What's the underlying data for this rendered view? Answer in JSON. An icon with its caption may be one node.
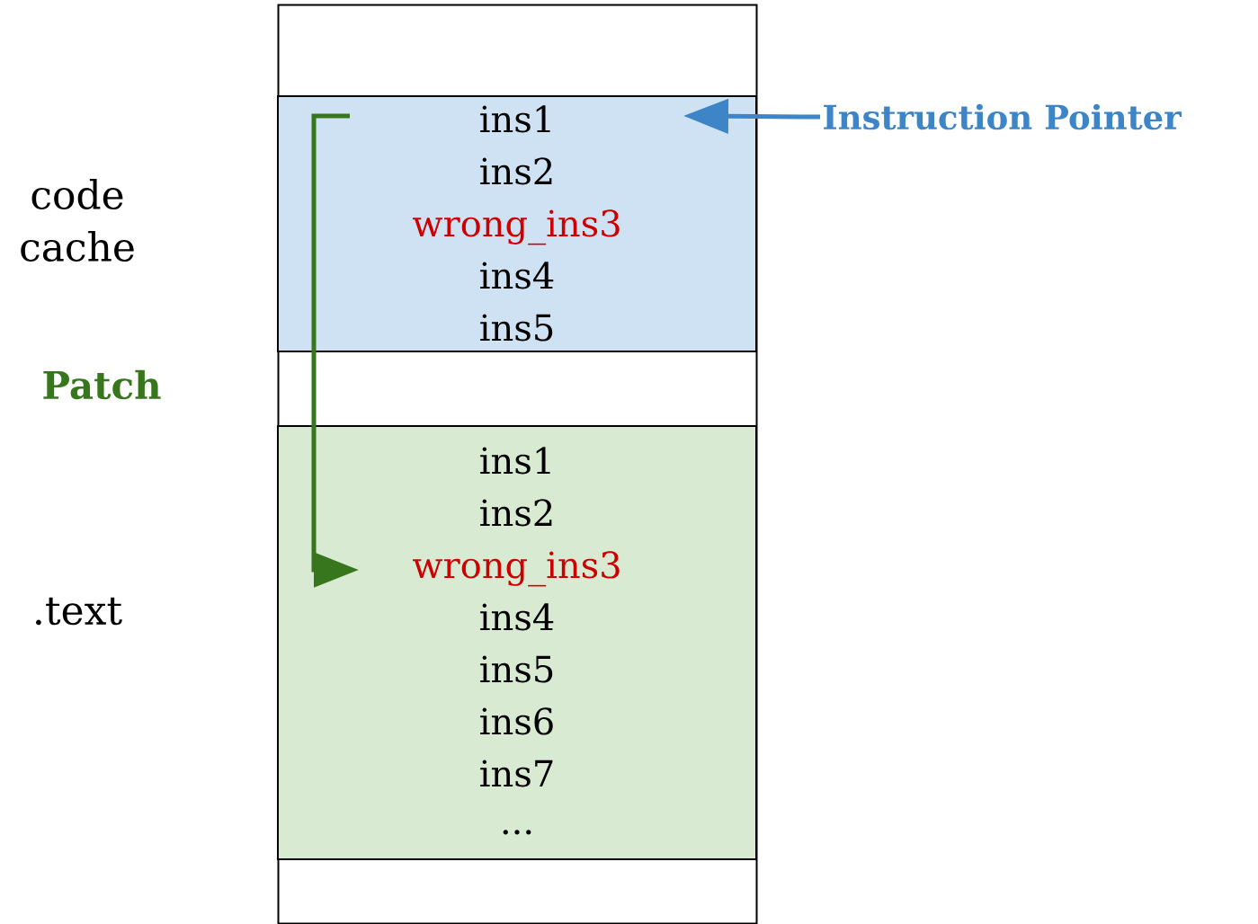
{
  "diagram": {
    "nodes": [
      {
        "text": [],
        "shape": "box"
      },
      {
        "text": [
          "ins1",
          "ins2",
          "wrong_ins3",
          "ins4",
          "ins5"
        ],
        "in": 0,
        "beside": [
          "code cache"
        ]
      },
      {
        "text": [
          "ins1",
          "ins2",
          "wrong_ins3",
          "ins4",
          "ins5",
          "ins6",
          "ins7",
          "..."
        ],
        "in": 0,
        "beside": [
          ".text"
        ]
      },
      {
        "text": [
          "Instruction Pointer"
        ]
      }
    ],
    "edges": [
      {
        "from": 3,
        "to": 1,
        "arrow": "to",
        "color": "#3d85c6"
      },
      {
        "from": 1,
        "to": 2,
        "arrow": "to",
        "color": "#38761d",
        "label": "Patch"
      }
    ]
  }
}
